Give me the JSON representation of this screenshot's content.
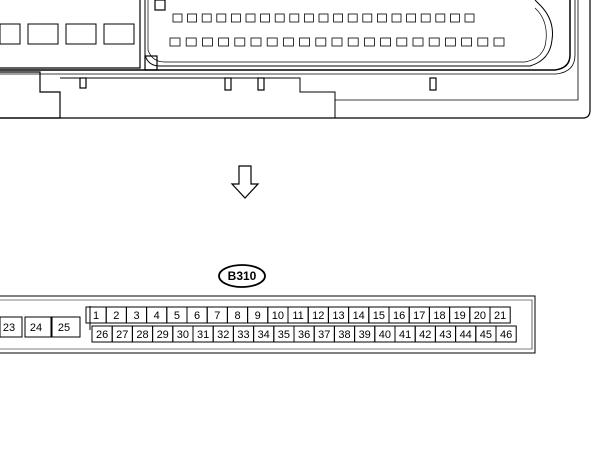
{
  "connector": {
    "label": "B310",
    "top_row_pins": [
      "1",
      "2",
      "3",
      "4",
      "5",
      "6",
      "7",
      "8",
      "9",
      "10",
      "11",
      "12",
      "13",
      "14",
      "15",
      "16",
      "17",
      "18",
      "19",
      "20",
      "21"
    ],
    "bottom_row_pins": [
      "26",
      "27",
      "28",
      "29",
      "30",
      "31",
      "32",
      "33",
      "34",
      "35",
      "36",
      "37",
      "38",
      "39",
      "40",
      "41",
      "42",
      "43",
      "44",
      "45",
      "46"
    ],
    "side_pins": [
      "23",
      "24",
      "25"
    ]
  }
}
